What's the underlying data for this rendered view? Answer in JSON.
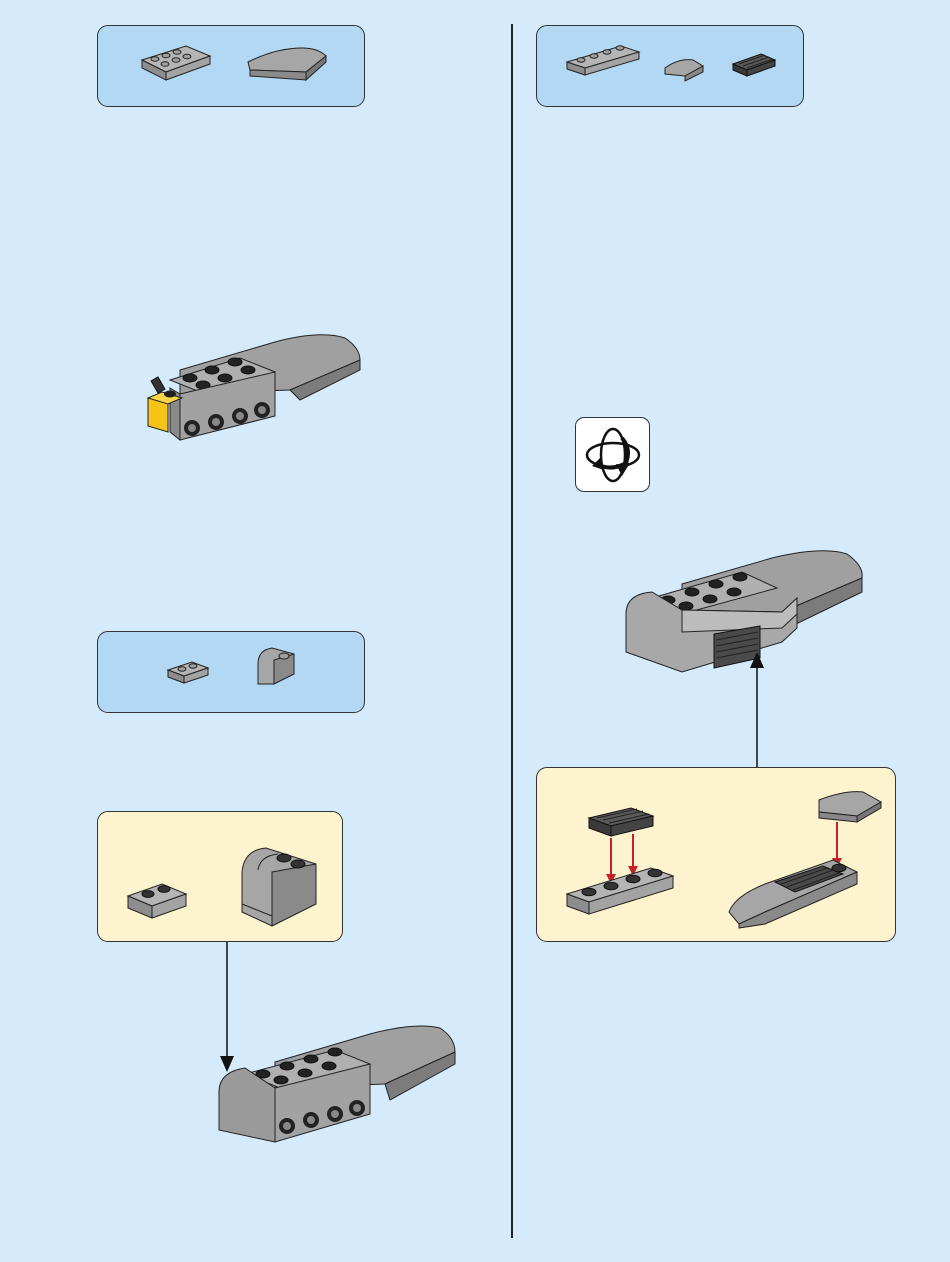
{
  "page": {
    "background": "#d5ebfb",
    "parts_box_color": "#b3d8f3",
    "subassembly_box_color": "#fdf3cf",
    "arrow_color_attach": "#c8202b"
  },
  "steps": [
    {
      "id": "step-left-1",
      "parts": [
        {
          "icon": "plate-2x4-gray-icon"
        },
        {
          "icon": "curved-slope-gray-icon"
        }
      ],
      "model_icon": "wing-assembly-with-yellow-brick-icon"
    },
    {
      "id": "step-left-2",
      "parts": [
        {
          "icon": "plate-1x2-gray-icon"
        },
        {
          "icon": "curved-brick-gray-icon"
        }
      ],
      "subassembly_icons": [
        "plate-1x2-gray-icon",
        "curved-brick-stack-gray-icon"
      ],
      "model_icon": "wing-assembly-gray-icon"
    },
    {
      "id": "step-right-1",
      "parts": [
        {
          "icon": "plate-1x4-gray-icon"
        },
        {
          "icon": "small-curved-slope-gray-icon"
        },
        {
          "icon": "grille-tile-dark-gray-icon"
        }
      ],
      "rotate_icon": "rotate-model-icon",
      "subassembly_icons": [
        "grille-on-plate-1x4-icon",
        "slope-with-tile-icon"
      ],
      "model_icon": "wing-assembly-underside-icon"
    }
  ]
}
